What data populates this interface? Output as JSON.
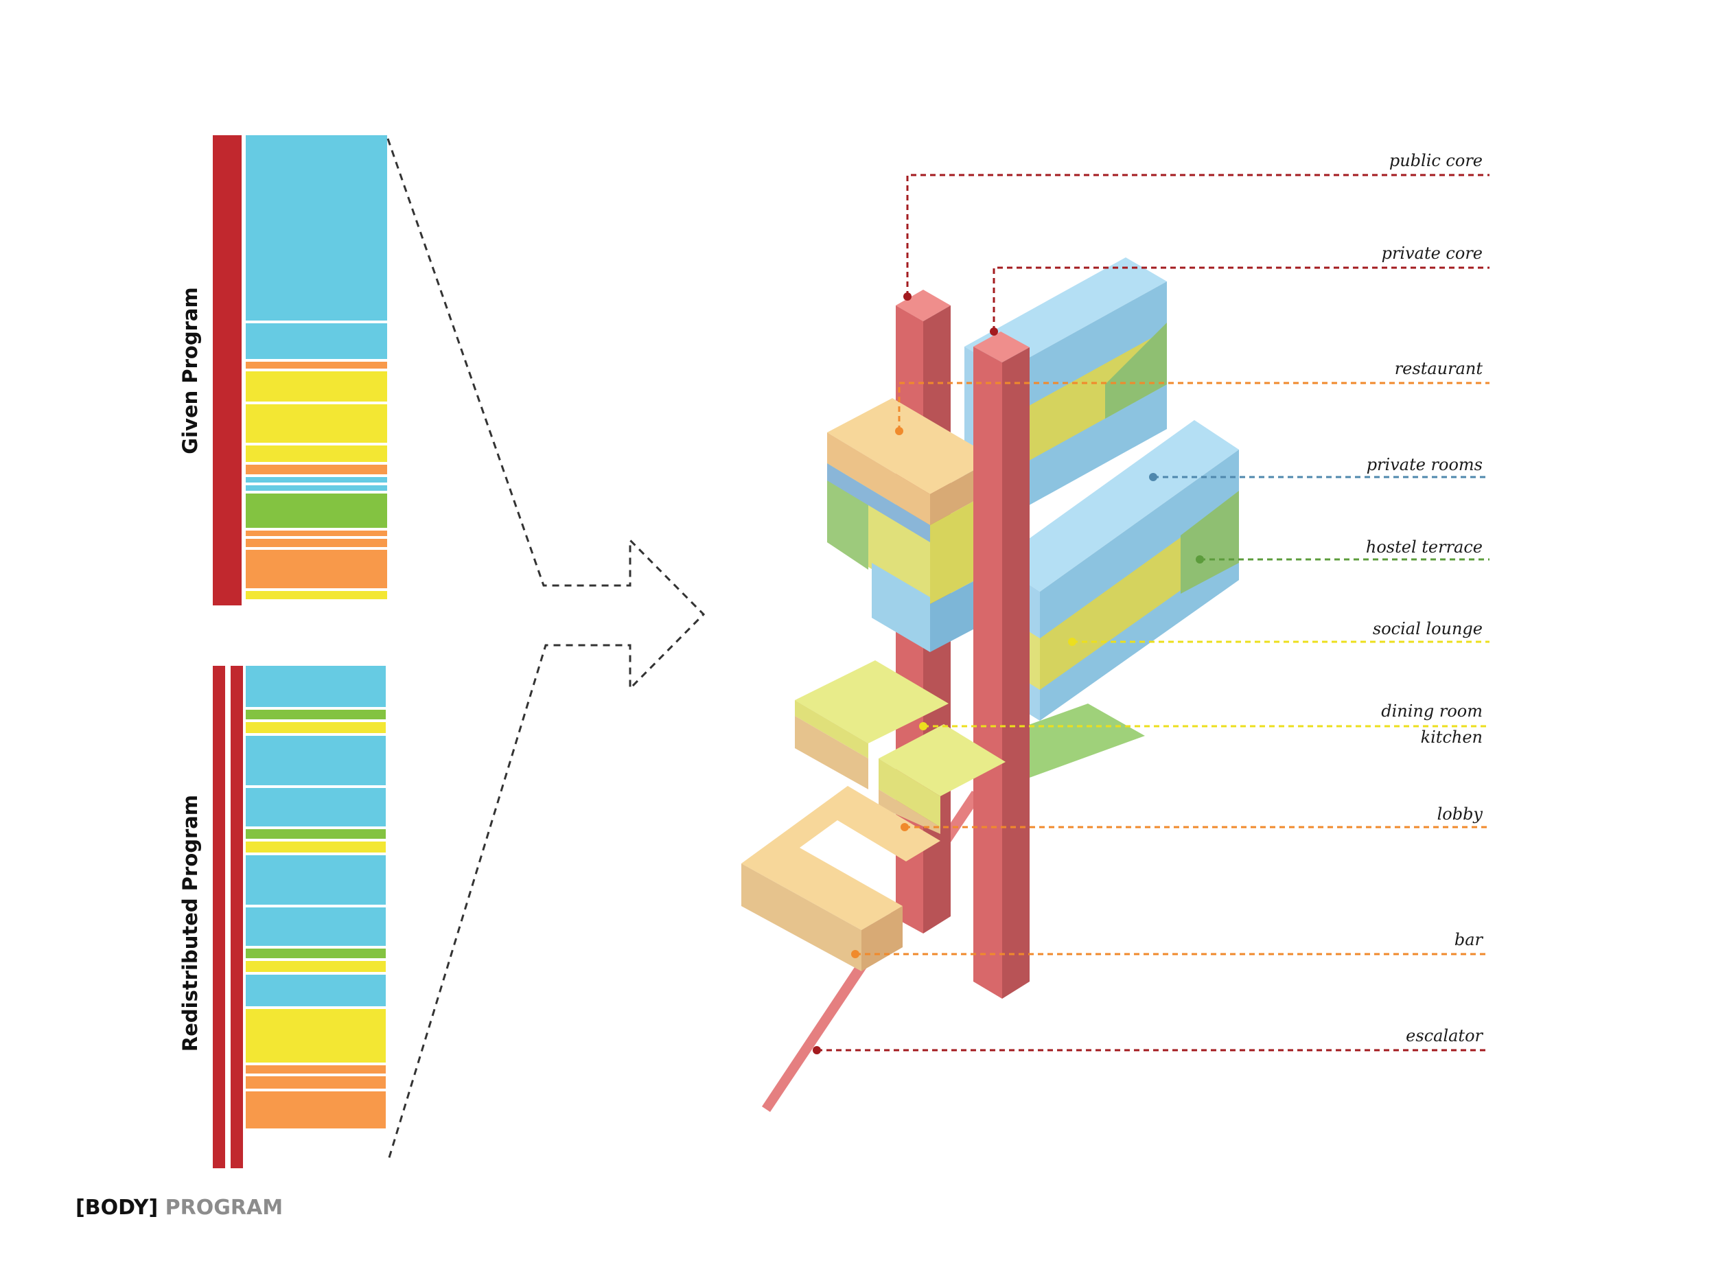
{
  "colors": {
    "core_red": "#c1282e",
    "program_blue": "#66cbe3",
    "program_yellow": "#f3e733",
    "program_orange": "#f8994a",
    "program_green": "#83c341"
  },
  "given_program": {
    "label": "Given Program",
    "bands": [
      "blue",
      "blue",
      "orange",
      "yellow",
      "yellow",
      "yellow",
      "orange",
      "blue",
      "blue",
      "green",
      "orange",
      "orange",
      "orange",
      "yellow"
    ]
  },
  "redistributed_program": {
    "label": "Redistributed Program",
    "bands": [
      "blue",
      "green",
      "yellow",
      "blue",
      "blue",
      "green",
      "yellow",
      "blue",
      "blue",
      "green",
      "yellow",
      "blue",
      "yellow",
      "orange",
      "orange",
      "orange"
    ]
  },
  "callouts": [
    {
      "label": "public core",
      "color": "#a31b1f"
    },
    {
      "label": "private core",
      "color": "#a31b1f"
    },
    {
      "label": "restaurant",
      "color": "#f08a2c"
    },
    {
      "label": "private rooms",
      "color": "#4f88ad"
    },
    {
      "label": "hostel terrace",
      "color": "#5c9c3c"
    },
    {
      "label": "social lounge",
      "color": "#ecdf1e"
    },
    {
      "label": "dining room",
      "color": "#ecdf1e"
    },
    {
      "label": "kitchen",
      "color": "#ecdf1e"
    },
    {
      "label": "lobby",
      "color": "#f08a2c"
    },
    {
      "label": "bar",
      "color": "#f08a2c"
    },
    {
      "label": "escalator",
      "color": "#a31b1f"
    }
  ],
  "caption": {
    "part1": "[BODY]",
    "part2": " PROGRAM"
  }
}
